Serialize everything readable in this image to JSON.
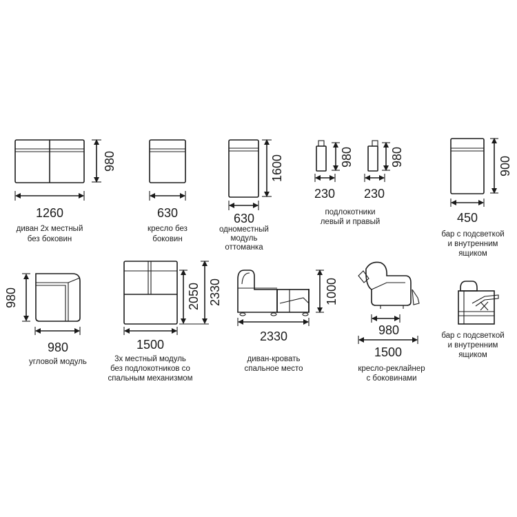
{
  "items": [
    {
      "width": "1260",
      "height": "980",
      "caption": [
        "диван 2х местный",
        "без боковин"
      ]
    },
    {
      "width": "630",
      "caption": [
        "кресло без",
        "боковин"
      ]
    },
    {
      "width": "630",
      "height": "1600",
      "caption": [
        "одноместный",
        "модуль",
        "оттоманка"
      ]
    },
    {
      "width_left": "230",
      "height_left": "980",
      "width_right": "230",
      "height_right": "980",
      "caption": [
        "подлокотники",
        "левый и правый"
      ]
    },
    {
      "width": "450",
      "height": "900",
      "caption": [
        "бар с подсветкой",
        "и внутренним",
        "ящиком"
      ]
    },
    {
      "width": "980",
      "height": "980",
      "caption": [
        "угловой модуль"
      ]
    },
    {
      "width": "1500",
      "height_inner": "2050",
      "height_outer": "2330",
      "caption": [
        "3х местный модуль",
        "без подлокотников со",
        "спальным механизмом"
      ]
    },
    {
      "width": "2330",
      "height": "1000",
      "caption": [
        "диван-кровать",
        "спальное место"
      ]
    },
    {
      "width_inner": "980",
      "width_outer": "1500",
      "caption": [
        "кресло-реклайнер",
        "с боковинами"
      ]
    },
    {
      "caption": [
        "бар с подсветкой",
        "и внутренним",
        "ящиком"
      ]
    }
  ]
}
